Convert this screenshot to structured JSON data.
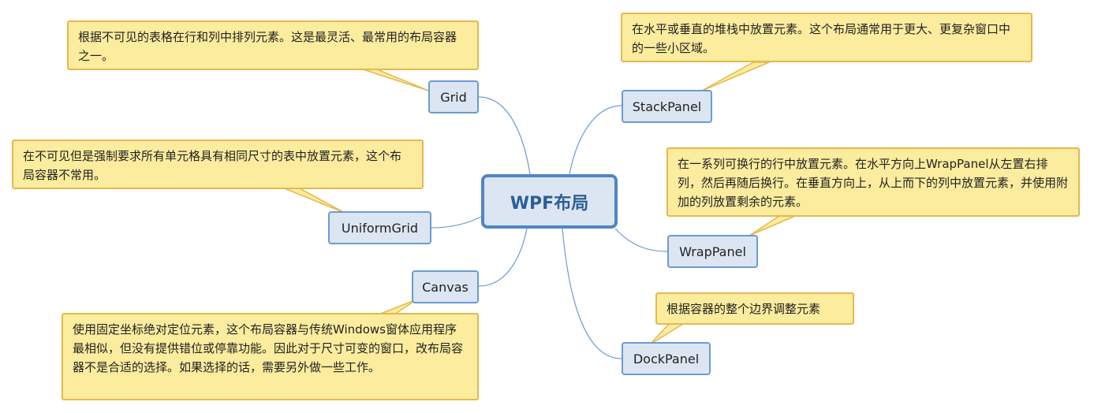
{
  "central": {
    "title": "WPF布局"
  },
  "topics": {
    "grid": {
      "label": "Grid",
      "note": "根据不可见的表格在行和列中排列元素。这是最灵活、最常用的布局容器之一。"
    },
    "uniformgrid": {
      "label": "UniformGrid",
      "note": "在不可见但是强制要求所有单元格具有相同尺寸的表中放置元素，这个布局容器不常用。"
    },
    "canvas": {
      "label": "Canvas",
      "note": "使用固定坐标绝对定位元素，这个布局容器与传统Windows窗体应用程序最相似，但没有提供错位或停靠功能。因此对于尺寸可变的窗口，改布局容器不是合适的选择。如果选择的话，需要另外做一些工作。"
    },
    "stackpanel": {
      "label": "StackPanel",
      "note": "在水平或垂直的堆栈中放置元素。这个布局通常用于更大、更复杂窗口中的一些小区域。"
    },
    "wrappanel": {
      "label": "WrapPanel",
      "note": "在一系列可换行的行中放置元素。在水平方向上WrapPanel从左置右排列，然后再随后换行。在垂直方向上，从上而下的列中放置元素，并使用附加的列放置剩余的元素。"
    },
    "dockpanel": {
      "label": "DockPanel",
      "note": "根据容器的整个边界调整元素"
    }
  },
  "colors": {
    "connector": "#6b9bd1",
    "note_border": "#e3b94f",
    "note_fill": "#fbec9e",
    "topic_fill": "#dce6f2",
    "central_border": "#4f86c6"
  }
}
